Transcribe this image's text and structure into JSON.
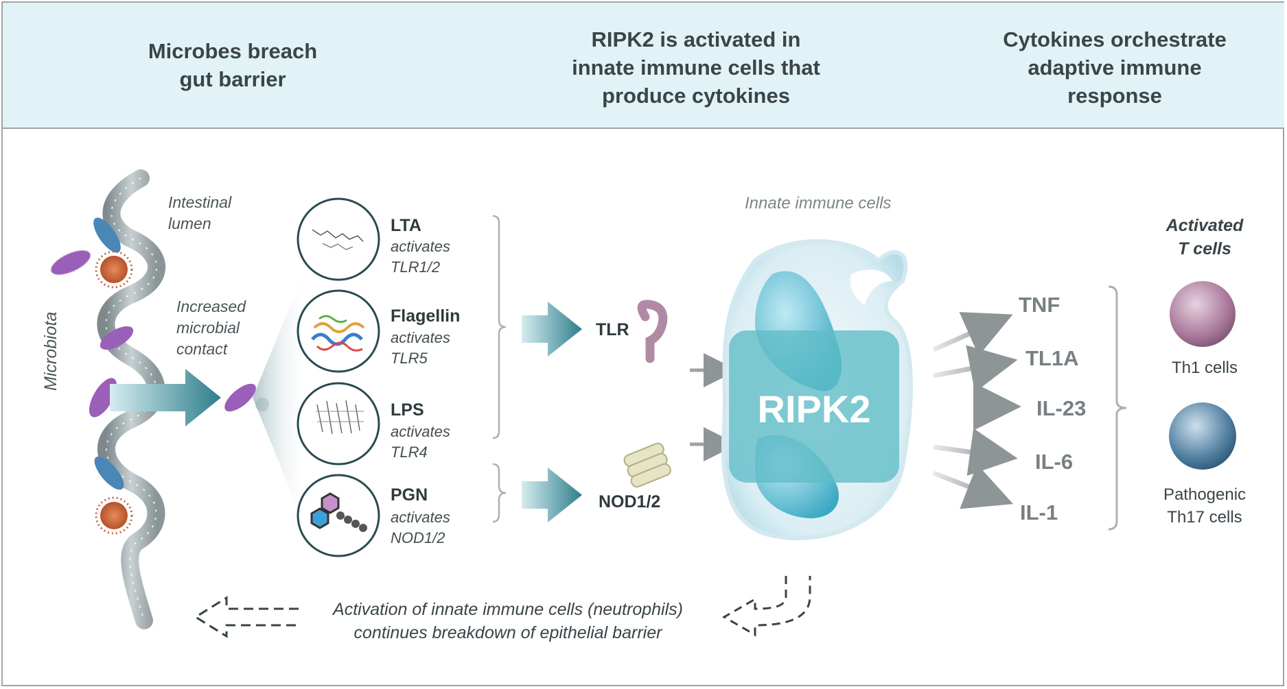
{
  "header": {
    "col1": [
      "Microbes breach",
      "gut barrier"
    ],
    "col2": [
      "RIPK2 is activated in",
      "innate immune cells that",
      "produce cytokines"
    ],
    "col3": [
      "Cytokines orchestrate",
      "adaptive immune",
      "response"
    ]
  },
  "gut": {
    "microbiota_label": "Microbiota",
    "lumen_label": [
      "Intestinal",
      "lumen"
    ],
    "contact_label": [
      "Increased",
      "microbial",
      "contact"
    ]
  },
  "molecules": [
    {
      "name": "LTA",
      "verb": "activates",
      "receptor": "TLR1/2"
    },
    {
      "name": "Flagellin",
      "verb": "activates",
      "receptor": "TLR5"
    },
    {
      "name": "LPS",
      "verb": "activates",
      "receptor": "TLR4"
    },
    {
      "name": "PGN",
      "verb": "activates",
      "receptor": "NOD1/2"
    }
  ],
  "receptors": {
    "tlr": "TLR",
    "nod": "NOD1/2"
  },
  "cell": {
    "caption": "Innate immune cells",
    "kinase": "RIPK2"
  },
  "cytokines": [
    "TNF",
    "TL1A",
    "IL-23",
    "IL-6",
    "IL-1"
  ],
  "tcells": {
    "heading": [
      "Activated",
      "T cells"
    ],
    "th1": "Th1 cells",
    "th17": [
      "Pathogenic",
      "Th17 cells"
    ]
  },
  "feedback": [
    "Activation of innate immune cells (neutrophils)",
    "continues breakdown of epithelial barrier"
  ],
  "colors": {
    "header_bg": "#e1f3f6",
    "teal_arrow": "#2e7e8c",
    "ripk2_box": "#5fbcc6",
    "microbe_purple": "#9a5fb8",
    "microbe_blue": "#4a86b6",
    "microbe_orange": "#c8643a",
    "th1_cell": "#a9789a",
    "th17_cell": "#4f7ea0"
  }
}
